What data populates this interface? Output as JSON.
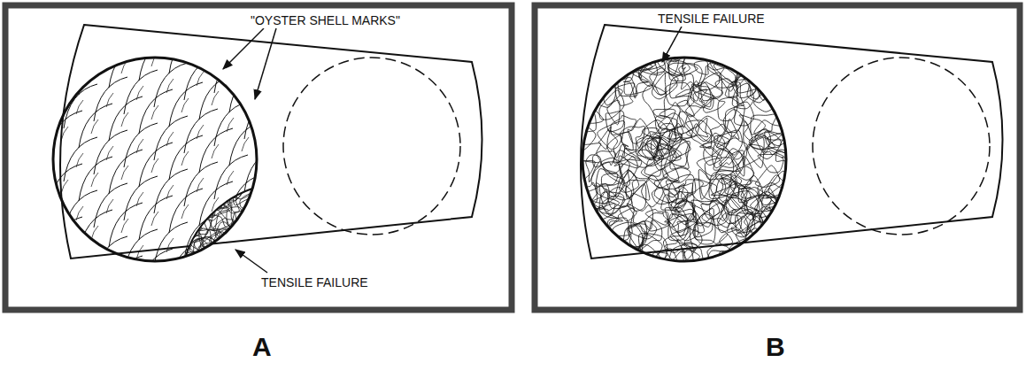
{
  "diagram": {
    "labels": [
      "\"OYSTER SHELL MARKS\"",
      "TENSILE FAILURE",
      "TENSILE FAILURE",
      "A",
      "B"
    ]
  }
}
